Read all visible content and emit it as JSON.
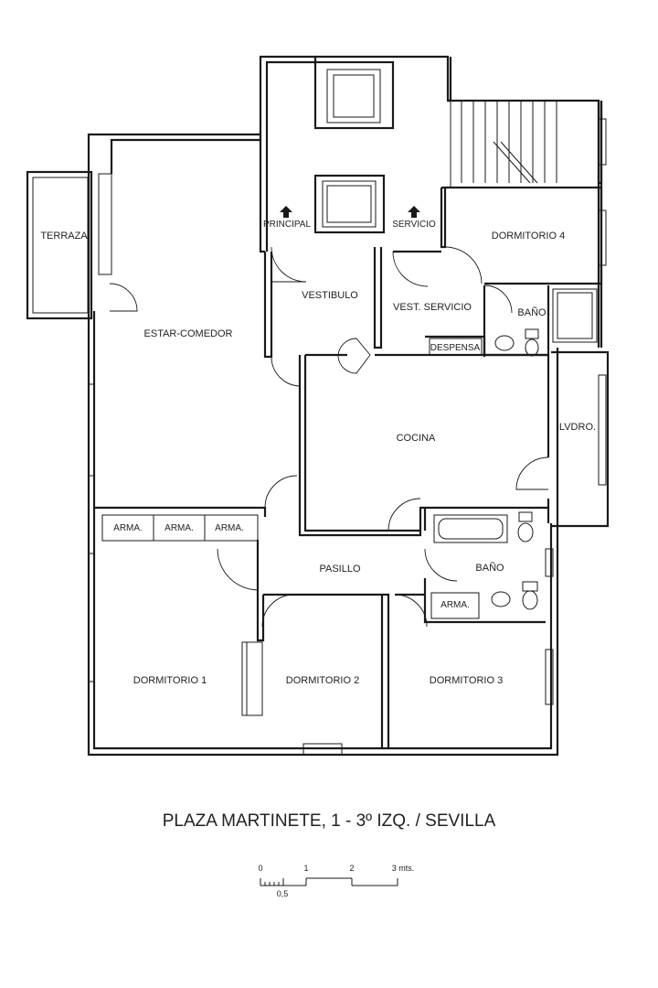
{
  "plan": {
    "rooms": {
      "terraza": "TERRAZA",
      "estar_comedor": "ESTAR-COMEDOR",
      "principal": "PRINCIPAL",
      "servicio": "SERVICIO",
      "vestibulo": "VESTIBULO",
      "vest_servicio": "VEST. SERVICIO",
      "dormitorio_4": "DORMITORIO 4",
      "bano_servicio": "BAÑO",
      "despensa": "DESPENSA",
      "cocina": "COCINA",
      "lvdro": "LVDRO.",
      "arma_1": "ARMA.",
      "arma_2": "ARMA.",
      "arma_3": "ARMA.",
      "pasillo": "PASILLO",
      "bano": "BAÑO",
      "arma_4": "ARMA.",
      "dormitorio_1": "DORMITORIO 1",
      "dormitorio_2": "DORMITORIO 2",
      "dormitorio_3": "DORMITORIO 3"
    },
    "title": "PLAZA MARTINETE, 1 - 3º IZQ. / SEVILLA",
    "scale": {
      "tick_0": "0",
      "tick_1": "1",
      "tick_2": "2",
      "tick_3": "3 mts.",
      "tick_half": "0,5"
    }
  }
}
